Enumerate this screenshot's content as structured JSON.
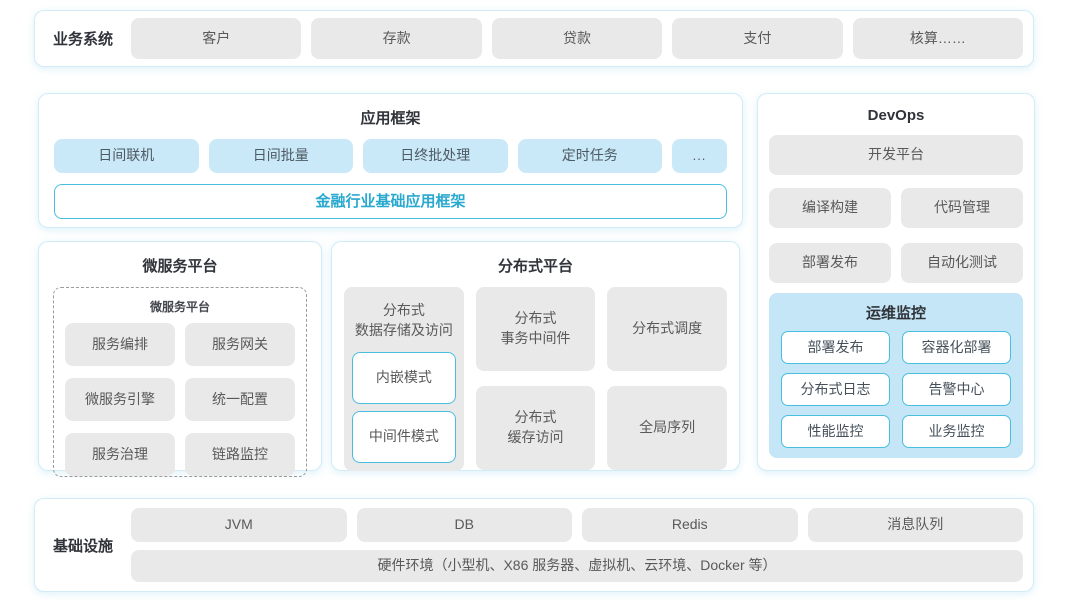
{
  "business_systems": {
    "label": "业务系统",
    "items": [
      "客户",
      "存款",
      "贷款",
      "支付",
      "核算……"
    ]
  },
  "app_framework": {
    "title": "应用框架",
    "modules": [
      "日间联机",
      "日间批量",
      "日终批处理",
      "定时任务",
      "..."
    ],
    "base_framework": "金融行业基础应用框架"
  },
  "devops": {
    "title": "DevOps",
    "dev_platform": "开发平台",
    "tools": [
      "编译构建",
      "代码管理",
      "部署发布",
      "自动化测试"
    ],
    "ops_monitoring": {
      "title": "运维监控",
      "items": [
        "部署发布",
        "容器化部署",
        "分布式日志",
        "告警中心",
        "性能监控",
        "业务监控"
      ]
    }
  },
  "microservice_platform": {
    "title": "微服务平台",
    "inner_title": "微服务平台",
    "items": [
      "服务编排",
      "服务网关",
      "微服务引擎",
      "统一配置",
      "服务治理",
      "链路监控"
    ]
  },
  "distributed_platform": {
    "title": "分布式平台",
    "data_storage": {
      "label": "分布式\n数据存储及访问",
      "modes": [
        "内嵌模式",
        "中间件模式"
      ]
    },
    "items": [
      "分布式\n事务中间件",
      "分布式调度",
      "分布式\n缓存访问",
      "全局序列"
    ]
  },
  "infrastructure": {
    "label": "基础设施",
    "items": [
      "JVM",
      "DB",
      "Redis",
      "消息队列"
    ],
    "hardware": "硬件环境（小型机、X86 服务器、虚拟机、云环境、Docker 等）"
  },
  "colors": {
    "panel_border": "#d2ecf6",
    "gray_box": "#e9e9e9",
    "blue_box": "#c9e8f8",
    "ops_panel_bg": "#c5e6f6",
    "cyan_border": "#49bedf",
    "cyan_text": "#29a9cf",
    "title_text": "#30343a",
    "box_text": "#595959"
  }
}
